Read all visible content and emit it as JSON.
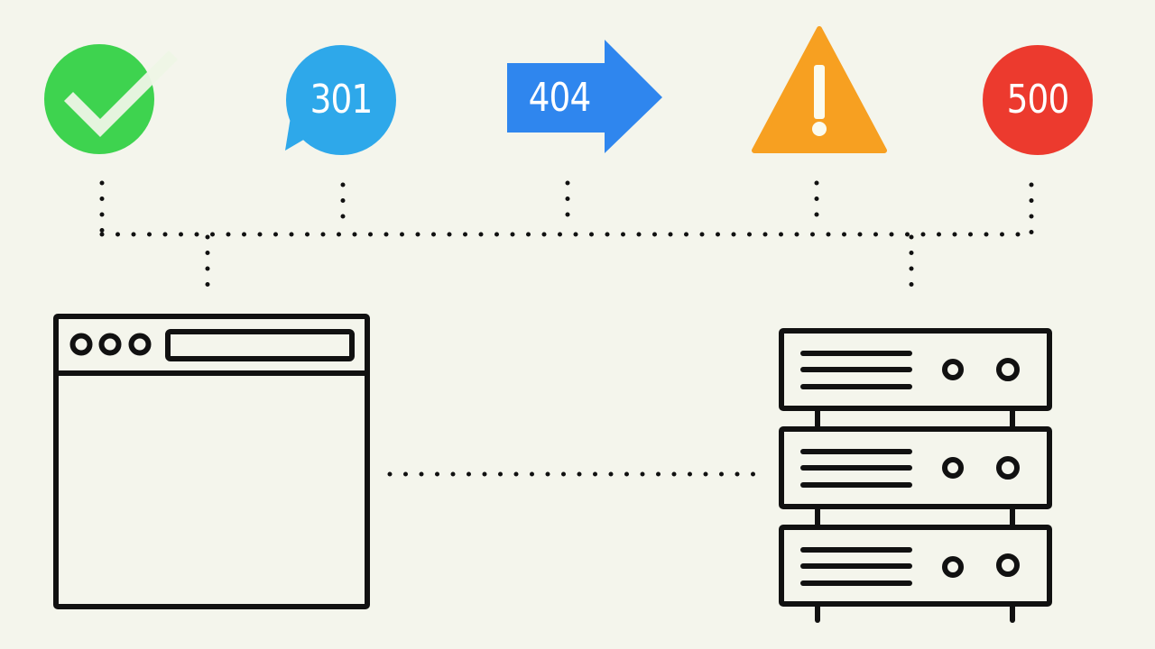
{
  "diagram": {
    "background": "#f4f5ec",
    "stroke_color": "#111111",
    "status_icons": [
      {
        "id": "success",
        "glyph": "checkmark-icon",
        "label": "",
        "color": "#3ed34f",
        "shape": "circle"
      },
      {
        "id": "redirect",
        "glyph": "speech-bubble-icon",
        "label": "301",
        "color": "#2ea8ea",
        "shape": "speech-bubble"
      },
      {
        "id": "not-found",
        "glyph": "arrow-right-icon",
        "label": "404",
        "color": "#2f86ee",
        "shape": "arrow"
      },
      {
        "id": "warning",
        "glyph": "warning-triangle-icon",
        "label": "!",
        "color": "#f7a021",
        "shape": "triangle"
      },
      {
        "id": "server-error",
        "glyph": "circle-icon",
        "label": "500",
        "color": "#ec3a2e",
        "shape": "circle"
      }
    ],
    "nodes": {
      "client": {
        "type": "browser-window",
        "dots": 3
      },
      "server": {
        "type": "server-rack",
        "units": 3
      }
    },
    "connectors": {
      "bus": "dotted",
      "client_to_server": "dotted"
    }
  }
}
